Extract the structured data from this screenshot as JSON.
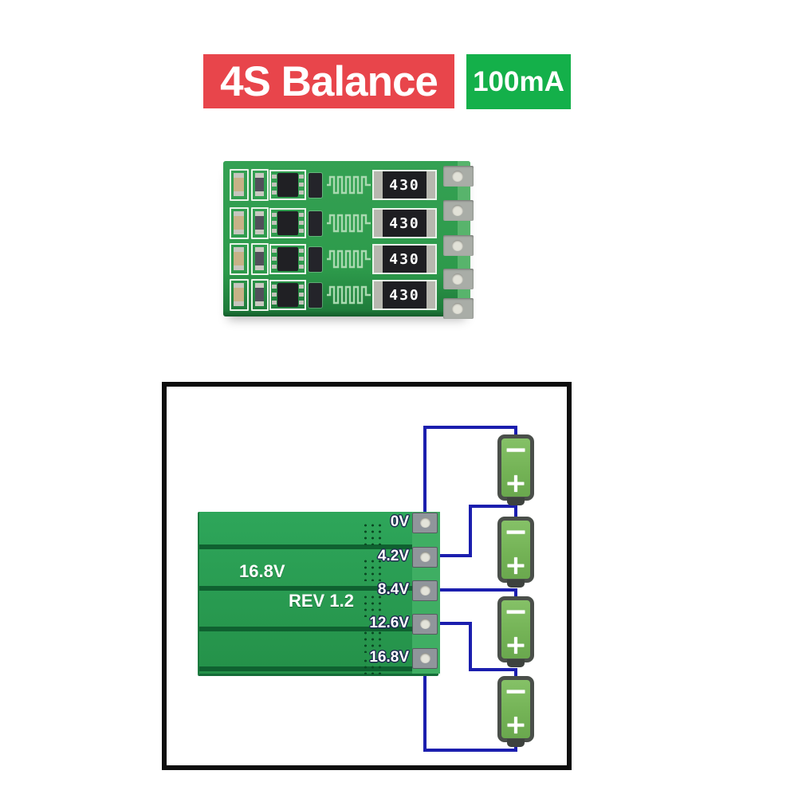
{
  "banner": {
    "title": "4S Balance",
    "badge": "100mA",
    "colors": {
      "title_bg": "#e8454b",
      "badge_bg": "#14b04a",
      "text": "#ffffff"
    }
  },
  "photo": {
    "resistor_labels": [
      "430",
      "430",
      "430",
      "430"
    ],
    "colors": {
      "board": "#2d9a4b",
      "trace": "#a9d9b0",
      "silkscreen": "#eaf4ea"
    }
  },
  "diagram": {
    "board": {
      "voltage_label": "16.8V",
      "revision_label": "REV 1.2"
    },
    "pads": [
      {
        "label": "0V"
      },
      {
        "label": "4.2V"
      },
      {
        "label": "8.4V"
      },
      {
        "label": "12.6V"
      },
      {
        "label": "16.8V"
      }
    ],
    "batteries": [
      {
        "neg": "−",
        "pos": "+"
      },
      {
        "neg": "−",
        "pos": "+"
      },
      {
        "neg": "−",
        "pos": "+"
      },
      {
        "neg": "−",
        "pos": "+"
      }
    ],
    "colors": {
      "wire": "#1b1eae",
      "board": "#2aa053",
      "battery": "#77b65a",
      "frame": "#0e0e0e"
    }
  }
}
